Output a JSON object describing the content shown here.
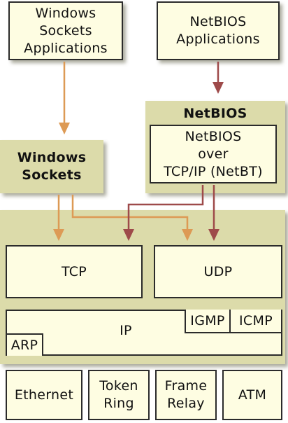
{
  "diagram": {
    "windows_sockets_apps": "Windows\nSockets\nApplications",
    "netbios_apps": "NetBIOS\nApplications",
    "netbios_title": "NetBIOS",
    "netbt": "NetBIOS\nover\nTCP/IP (NetBT)",
    "windows_sockets": "Windows\nSockets",
    "tcp": "TCP",
    "udp": "UDP",
    "ip": "IP",
    "igmp": "IGMP",
    "icmp": "ICMP",
    "arp": "ARP",
    "ethernet": "Ethernet",
    "token_ring": "Token\nRing",
    "frame_relay": "Frame\nRelay",
    "atm": "ATM"
  },
  "colors": {
    "panel": "#dcdbaa",
    "box": "#fefde2",
    "winsock_arrow": "#dd9a55",
    "netbios_arrow": "#9e4a4a"
  }
}
